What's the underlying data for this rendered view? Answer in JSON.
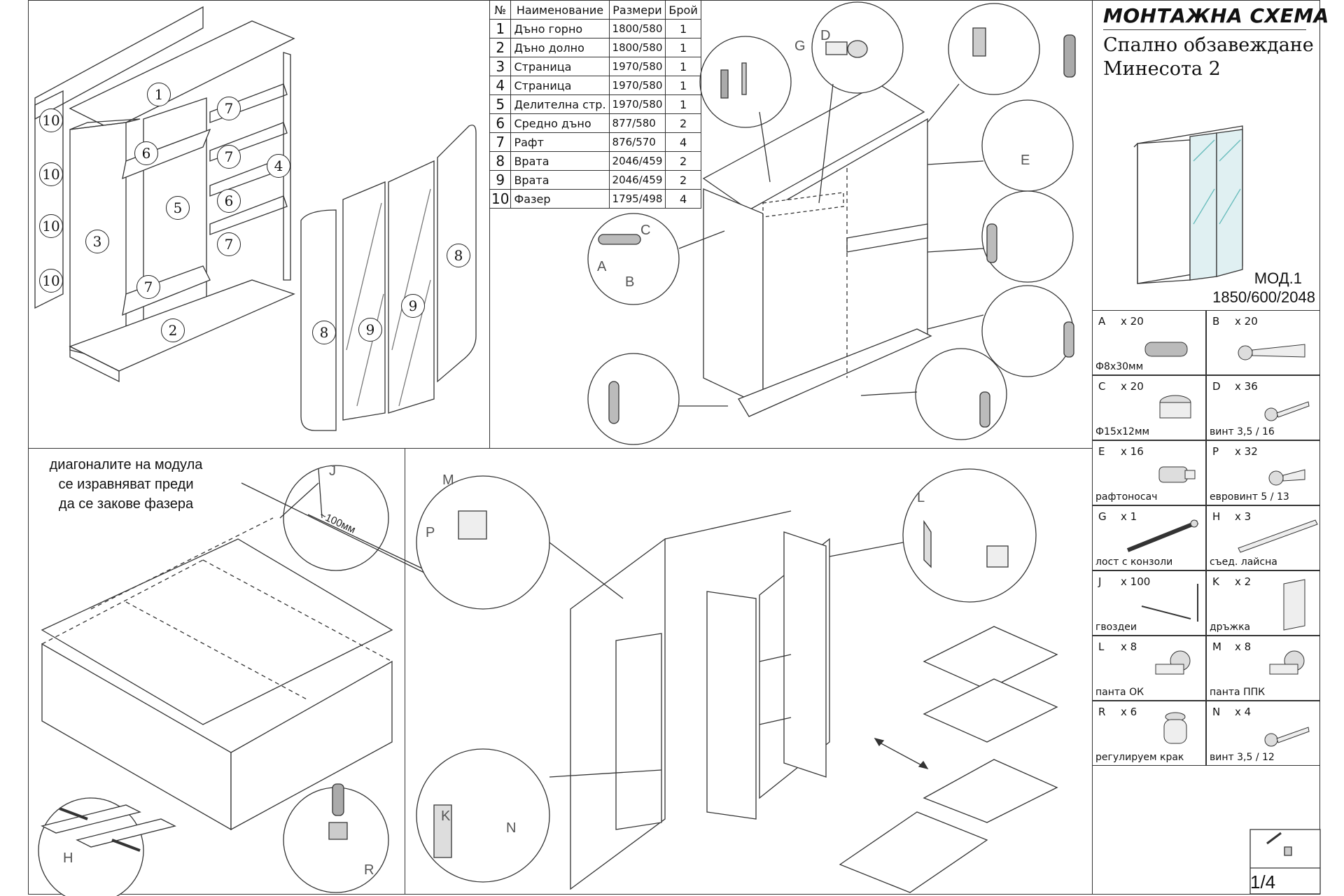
{
  "header": {
    "title": "МОНТАЖНА СХЕМА",
    "subtitle_line1": "Спално обзавеждане",
    "subtitle_line2": "Минесота 2",
    "model": "МОД.1",
    "dimensions": "1850/600/2048",
    "page": "1/4"
  },
  "parts_table": {
    "headers": [
      "№",
      "Наименование",
      "Размери",
      "Брой"
    ],
    "rows": [
      {
        "no": "1",
        "name": "Дъно горно",
        "size": "1800/580",
        "qty": "1"
      },
      {
        "no": "2",
        "name": "Дъно долно",
        "size": "1800/580",
        "qty": "1"
      },
      {
        "no": "3",
        "name": "Страница",
        "size": "1970/580",
        "qty": "1"
      },
      {
        "no": "4",
        "name": "Страница",
        "size": "1970/580",
        "qty": "1"
      },
      {
        "no": "5",
        "name": "Делителна стр.",
        "size": "1970/580",
        "qty": "1"
      },
      {
        "no": "6",
        "name": "Средно дъно",
        "size": "877/580",
        "qty": "2"
      },
      {
        "no": "7",
        "name": "Рафт",
        "size": "876/570",
        "qty": "4"
      },
      {
        "no": "8",
        "name": "Врата",
        "size": "2046/459",
        "qty": "2"
      },
      {
        "no": "9",
        "name": "Врата",
        "size": "2046/459",
        "qty": "2"
      },
      {
        "no": "10",
        "name": "Фазер",
        "size": "1795/498",
        "qty": "4"
      }
    ]
  },
  "hardware": [
    {
      "code": "A",
      "qty": "x 20",
      "desc": "Ф8x30мм"
    },
    {
      "code": "B",
      "qty": "x 20",
      "desc": ""
    },
    {
      "code": "C",
      "qty": "x 20",
      "desc": "Ф15x12мм"
    },
    {
      "code": "D",
      "qty": "x 36",
      "desc": "винт 3,5 / 16"
    },
    {
      "code": "E",
      "qty": "x 16",
      "desc": "рафтоносач"
    },
    {
      "code": "P",
      "qty": "x 32",
      "desc": "евровинт 5 / 13"
    },
    {
      "code": "G",
      "qty": "x 1",
      "desc": "лост с конзоли"
    },
    {
      "code": "H",
      "qty": "x 3",
      "desc": "съед. лайсна"
    },
    {
      "code": "J",
      "qty": "x 100",
      "desc": "гвоздеи"
    },
    {
      "code": "K",
      "qty": "x 2",
      "desc": "дръжка"
    },
    {
      "code": "L",
      "qty": "x 8",
      "desc": "панта ОК"
    },
    {
      "code": "M",
      "qty": "x 8",
      "desc": "панта ППК"
    },
    {
      "code": "R",
      "qty": "x 6",
      "desc": "регулируем крак"
    },
    {
      "code": "N",
      "qty": "x 4",
      "desc": "винт 3,5 / 12"
    }
  ],
  "note": {
    "line1": "диагоналите на модула",
    "line2": "се изравняват преди",
    "line3": "да се закове фазера"
  },
  "measure_label": "~100мм",
  "exploded_labels": {
    "p1": "1",
    "p2": "2",
    "p3": "3",
    "p4": "4",
    "p5": "5",
    "p6a": "6",
    "p6b": "6",
    "p7a": "7",
    "p7b": "7",
    "p7c": "7",
    "p7d": "7",
    "p10a": "10",
    "p10b": "10",
    "p10c": "10",
    "p10d": "10",
    "d8a": "8",
    "d8b": "8",
    "d9a": "9",
    "d9b": "9"
  },
  "detail_letters": {
    "A": "A",
    "B": "B",
    "C": "C",
    "D": "D",
    "E": "E",
    "G": "G",
    "H": "H",
    "J": "J",
    "K": "K",
    "L": "L",
    "M": "M",
    "N": "N",
    "P": "P",
    "R": "R"
  }
}
